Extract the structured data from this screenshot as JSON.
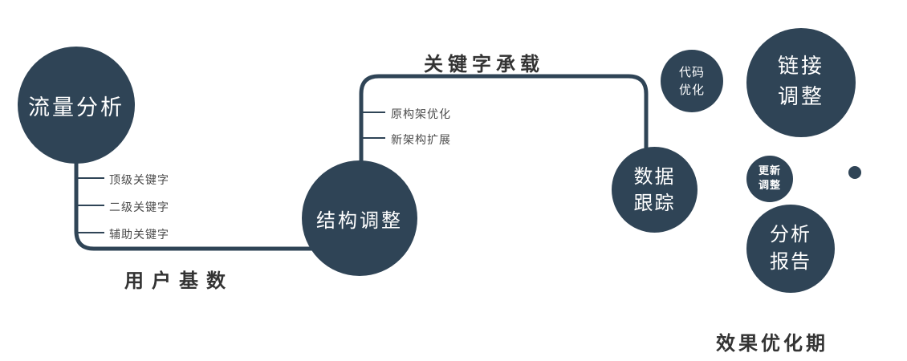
{
  "colors": {
    "accent": "#2f4456",
    "node_text": "#ffffff",
    "label_dark": "#333333",
    "branch_gray": "#4a4a4a"
  },
  "nodes": {
    "traffic_analysis": {
      "label": "流量分析"
    },
    "structure_adjust": {
      "label": "结构调整"
    },
    "data_tracking": {
      "line1": "数据",
      "line2": "跟踪"
    },
    "code_optimization": {
      "line1": "代码",
      "line2": "优化"
    },
    "link_adjustment": {
      "line1": "链接",
      "line2": "调整"
    },
    "update_adjustment": {
      "line1": "更新",
      "line2": "调整"
    },
    "analysis_report": {
      "line1": "分析",
      "line2": "报告"
    }
  },
  "edge_labels": {
    "keyword_carrying": "关键字承载",
    "user_base": "用户基数"
  },
  "branches": {
    "traffic": [
      {
        "label": "顶级关键字"
      },
      {
        "label": "二级关键字"
      },
      {
        "label": "辅助关键字"
      }
    ],
    "structure": [
      {
        "label": "原构架优化"
      },
      {
        "label": "新架构扩展"
      }
    ]
  },
  "footer": {
    "label": "效果优化期"
  }
}
